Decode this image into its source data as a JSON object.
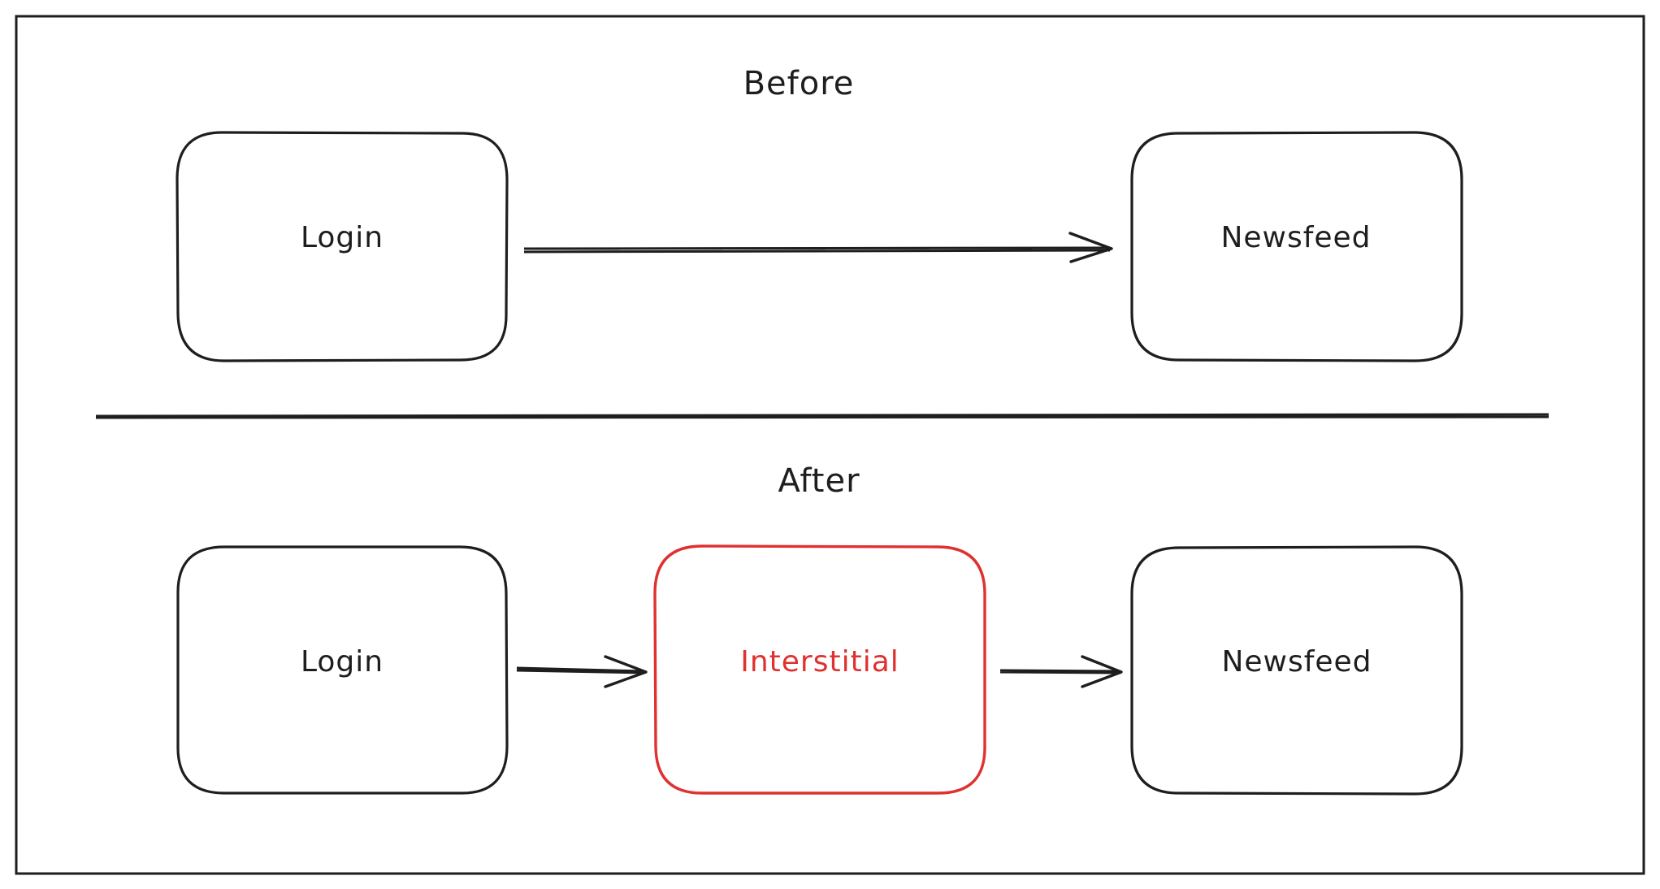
{
  "colors": {
    "stroke": "#1e1e1e",
    "highlight": "#e03131",
    "background": "#ffffff"
  },
  "before": {
    "title": "Before",
    "login": "Login",
    "newsfeed": "Newsfeed"
  },
  "after": {
    "title": "After",
    "login": "Login",
    "interstitial": "Interstitial",
    "newsfeed": "Newsfeed"
  }
}
